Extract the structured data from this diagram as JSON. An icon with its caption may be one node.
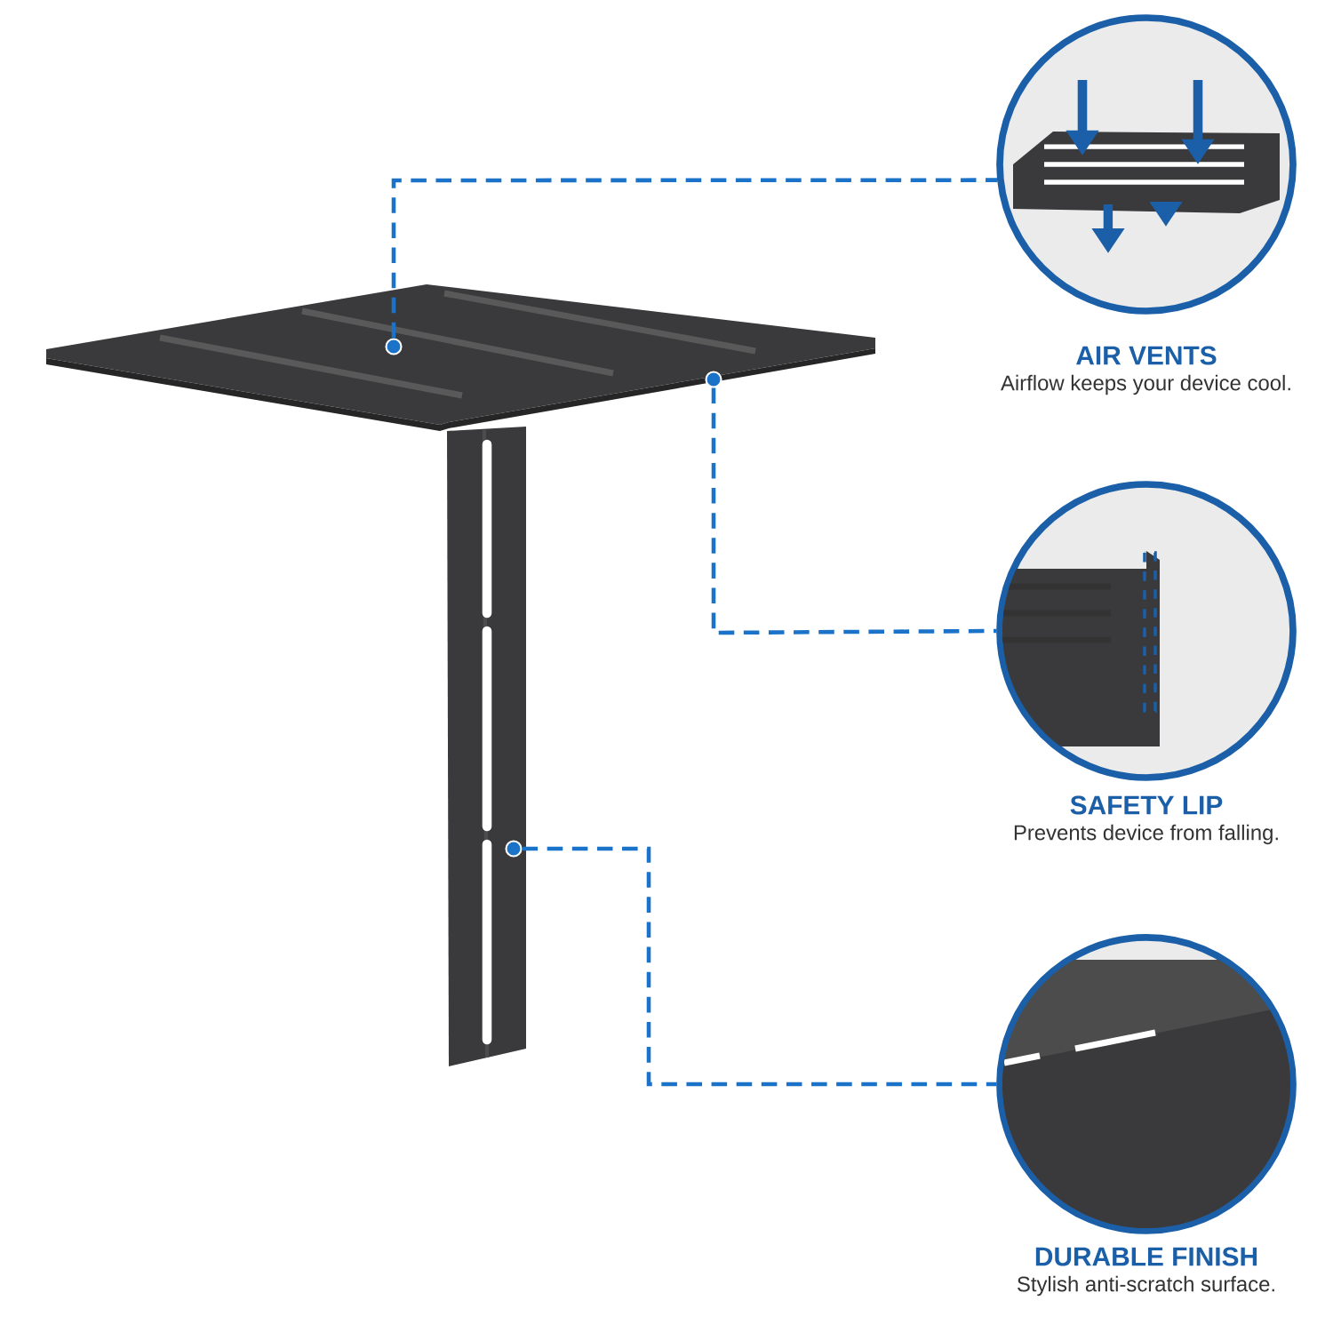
{
  "diagram": {
    "nodes": [
      {
        "text": [
          "AIR VENTS",
          "Airflow keeps your device cool."
        ]
      },
      {
        "text": [
          "SAFETY LIP",
          "Prevents device from falling."
        ]
      },
      {
        "text": [
          "DURABLE FINISH",
          "Stylish anti-scratch surface."
        ]
      },
      {
        "text": [],
        "shape": "circle"
      },
      {
        "text": [],
        "shape": "circle"
      },
      {
        "text": [],
        "shape": "circle"
      }
    ],
    "edges": [
      {
        "from": 3,
        "to": 0,
        "arrow": "none",
        "style": "dashed"
      },
      {
        "from": 4,
        "to": 1,
        "arrow": "none",
        "style": "dashed"
      },
      {
        "from": 5,
        "to": 2,
        "arrow": "none",
        "style": "dashed"
      }
    ]
  }
}
